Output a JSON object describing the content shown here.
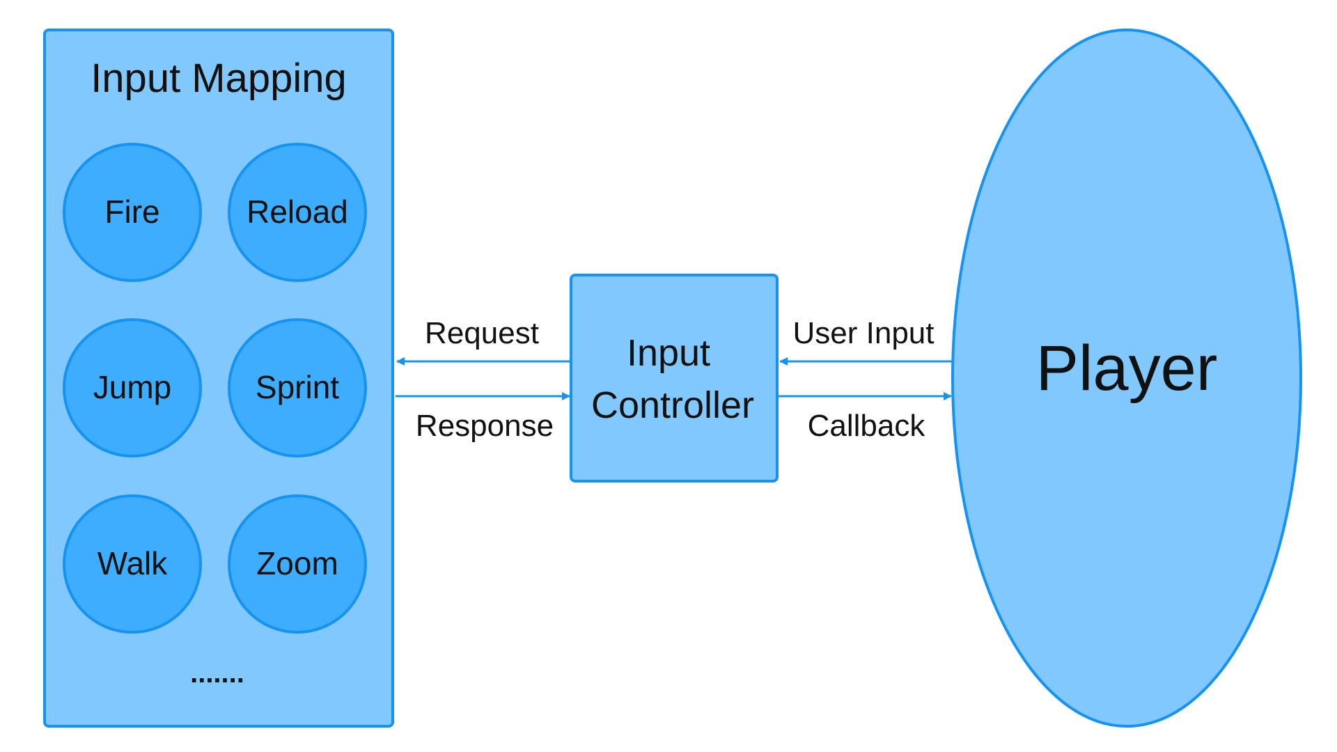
{
  "colors": {
    "panel_fill": "#80c8fd",
    "circle_fill": "#3fadfd",
    "stroke": "#1592f2",
    "text": "#111111",
    "background": "#ffffff"
  },
  "input_mapping": {
    "title": "Input Mapping",
    "actions": [
      "Fire",
      "Reload",
      "Jump",
      "Sprint",
      "Walk",
      "Zoom"
    ],
    "more": "......."
  },
  "controller": {
    "line1": "Input",
    "line2": "Controller"
  },
  "player": {
    "label": "Player"
  },
  "arrows": {
    "request": "Request",
    "response": "Response",
    "user_input": "User Input",
    "callback": "Callback"
  }
}
